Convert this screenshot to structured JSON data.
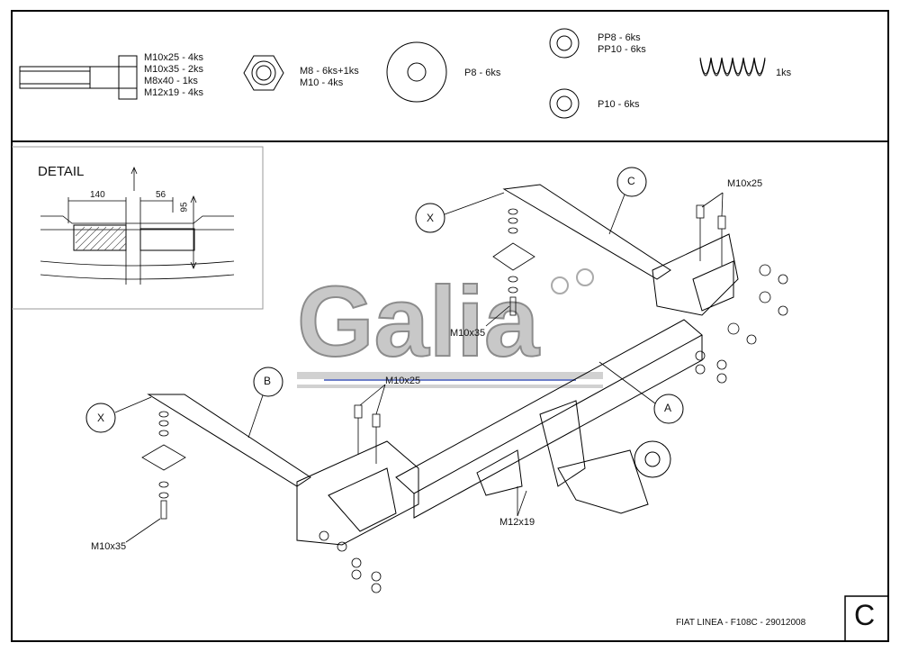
{
  "parts_list": {
    "bolt": [
      "M10x25 - 4ks",
      "M10x35 - 2ks",
      "M8x40 - 1ks",
      "M12x19 - 4ks"
    ],
    "nut": [
      "M8 - 6ks+1ks",
      "M10 - 4ks"
    ],
    "washer_large": "P8 - 6ks",
    "washer_spring": [
      "PP8 - 6ks",
      "PP10 - 6ks"
    ],
    "washer_small": "P10 - 6ks",
    "spring": "1ks"
  },
  "detail": {
    "title": "DETAIL",
    "dim_140": "140",
    "dim_56": "56",
    "dim_95": "95"
  },
  "callouts": {
    "A": "A",
    "B": "B",
    "C": "C",
    "X1": "X",
    "X2": "X"
  },
  "bolt_labels": {
    "m10x25_right": "M10x25",
    "m10x35_center": "M10x35",
    "m10x25_center": "M10x25",
    "m10x35_left": "M10x35",
    "m12x19": "M12x19"
  },
  "watermark": "Galia",
  "title_block": {
    "text": "FIAT LINEA - F108C - 29012008",
    "revision": "C"
  }
}
